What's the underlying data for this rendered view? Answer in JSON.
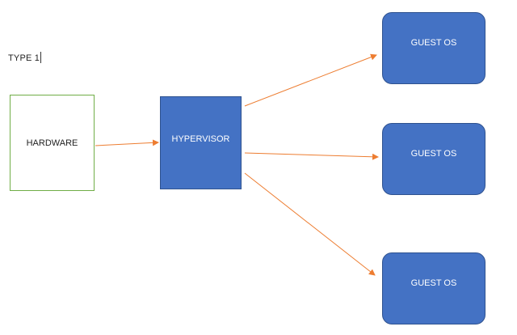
{
  "title_label": "TYPE 1",
  "nodes": {
    "hardware": "HARDWARE",
    "hypervisor": "HYPERVISOR",
    "guests": [
      "GUEST OS",
      "GUEST OS",
      "GUEST OS"
    ]
  },
  "colors": {
    "box_fill": "#4472c4",
    "box_border": "#2f528f",
    "hardware_border": "#70ad47",
    "arrow": "#ed7d31"
  },
  "edges": [
    [
      "hardware",
      "hypervisor"
    ],
    [
      "hypervisor",
      "guest-1"
    ],
    [
      "hypervisor",
      "guest-2"
    ],
    [
      "hypervisor",
      "guest-3"
    ]
  ]
}
